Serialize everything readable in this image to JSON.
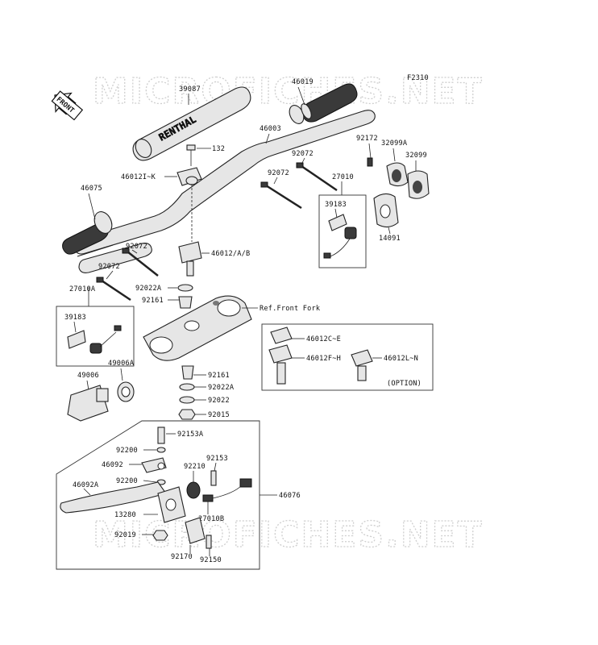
{
  "diagram": {
    "figure_code": "F2310",
    "front_tag": "FRONT",
    "watermark_text": "MICROFICHES.NET",
    "grip_brand": "RENTHAL",
    "colors": {
      "line": "#222222",
      "part_fill": "#e6e6e6",
      "dark_part": "#3a3a3a",
      "watermark": "#cfcfcf"
    },
    "labels": {
      "l39087": "39087",
      "l46019": "46019",
      "l46003": "46003",
      "l132": "132",
      "l46012ik": "46012I~K",
      "l92072a": "92072",
      "l92072b": "92072",
      "l92072c": "92072",
      "l92072d": "92072",
      "l27010": "27010",
      "l92172": "92172",
      "l32099a": "32099A",
      "l32099": "32099",
      "l46075": "46075",
      "l39183a": "39183",
      "l14091": "14091",
      "l46012ab": "46012/A/B",
      "l27010a": "27010A",
      "l92022a1": "92022A",
      "l92161a": "92161",
      "ref_front_fork": "Ref.Front Fork",
      "l39183b": "39183",
      "l46012ce": "46012C~E",
      "l46012fh": "46012F~H",
      "l46012ln": "46012L~N",
      "option": "(OPTION)",
      "l49006a": "49006A",
      "l49006": "49006",
      "l92161b": "92161",
      "l92022a2": "92022A",
      "l92022": "92022",
      "l92015": "92015",
      "l92153a": "92153A",
      "l92200a": "92200",
      "l46092": "46092",
      "l92210": "92210",
      "l92153": "92153",
      "l92200b": "92200",
      "l46092a": "46092A",
      "l46076": "46076",
      "l13280": "13280",
      "l27010b": "27010B",
      "l92019": "92019",
      "l92170": "92170",
      "l92150": "92150"
    }
  }
}
